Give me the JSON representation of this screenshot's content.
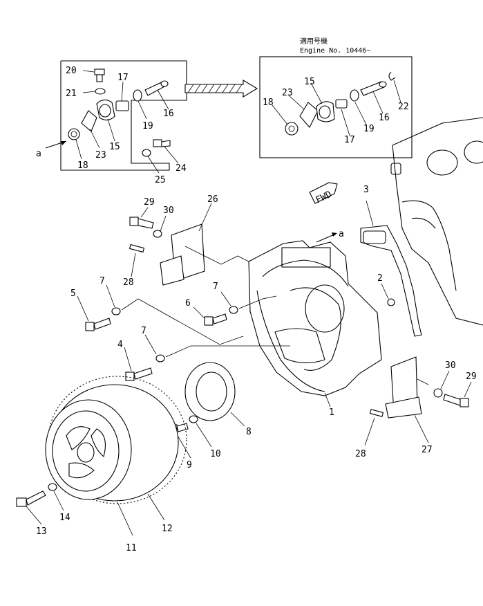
{
  "inset_right": {
    "title_jp": "適用号機",
    "title_en": "Engine No. 10446~"
  },
  "inset_left": {},
  "fwd_label": "FWD",
  "view_letter": "a",
  "callouts": {
    "c1": "1",
    "c2": "2",
    "c3": "3",
    "c4": "4",
    "c5": "5",
    "c6": "6",
    "c7a": "7",
    "c7b": "7",
    "c7c": "7",
    "c8": "8",
    "c9": "9",
    "c10": "10",
    "c11": "11",
    "c12": "12",
    "c13": "13",
    "c14": "14",
    "c15a": "15",
    "c15b": "15",
    "c16a": "16",
    "c16b": "16",
    "c17a": "17",
    "c17b": "17",
    "c18a": "18",
    "c18b": "18",
    "c19a": "19",
    "c19b": "19",
    "c20": "20",
    "c21": "21",
    "c22": "22",
    "c23a": "23",
    "c23b": "23",
    "c24": "24",
    "c25": "25",
    "c26": "26",
    "c27": "27",
    "c28a": "28",
    "c28b": "28",
    "c29a": "29",
    "c29b": "29",
    "c30a": "30",
    "c30b": "30"
  }
}
